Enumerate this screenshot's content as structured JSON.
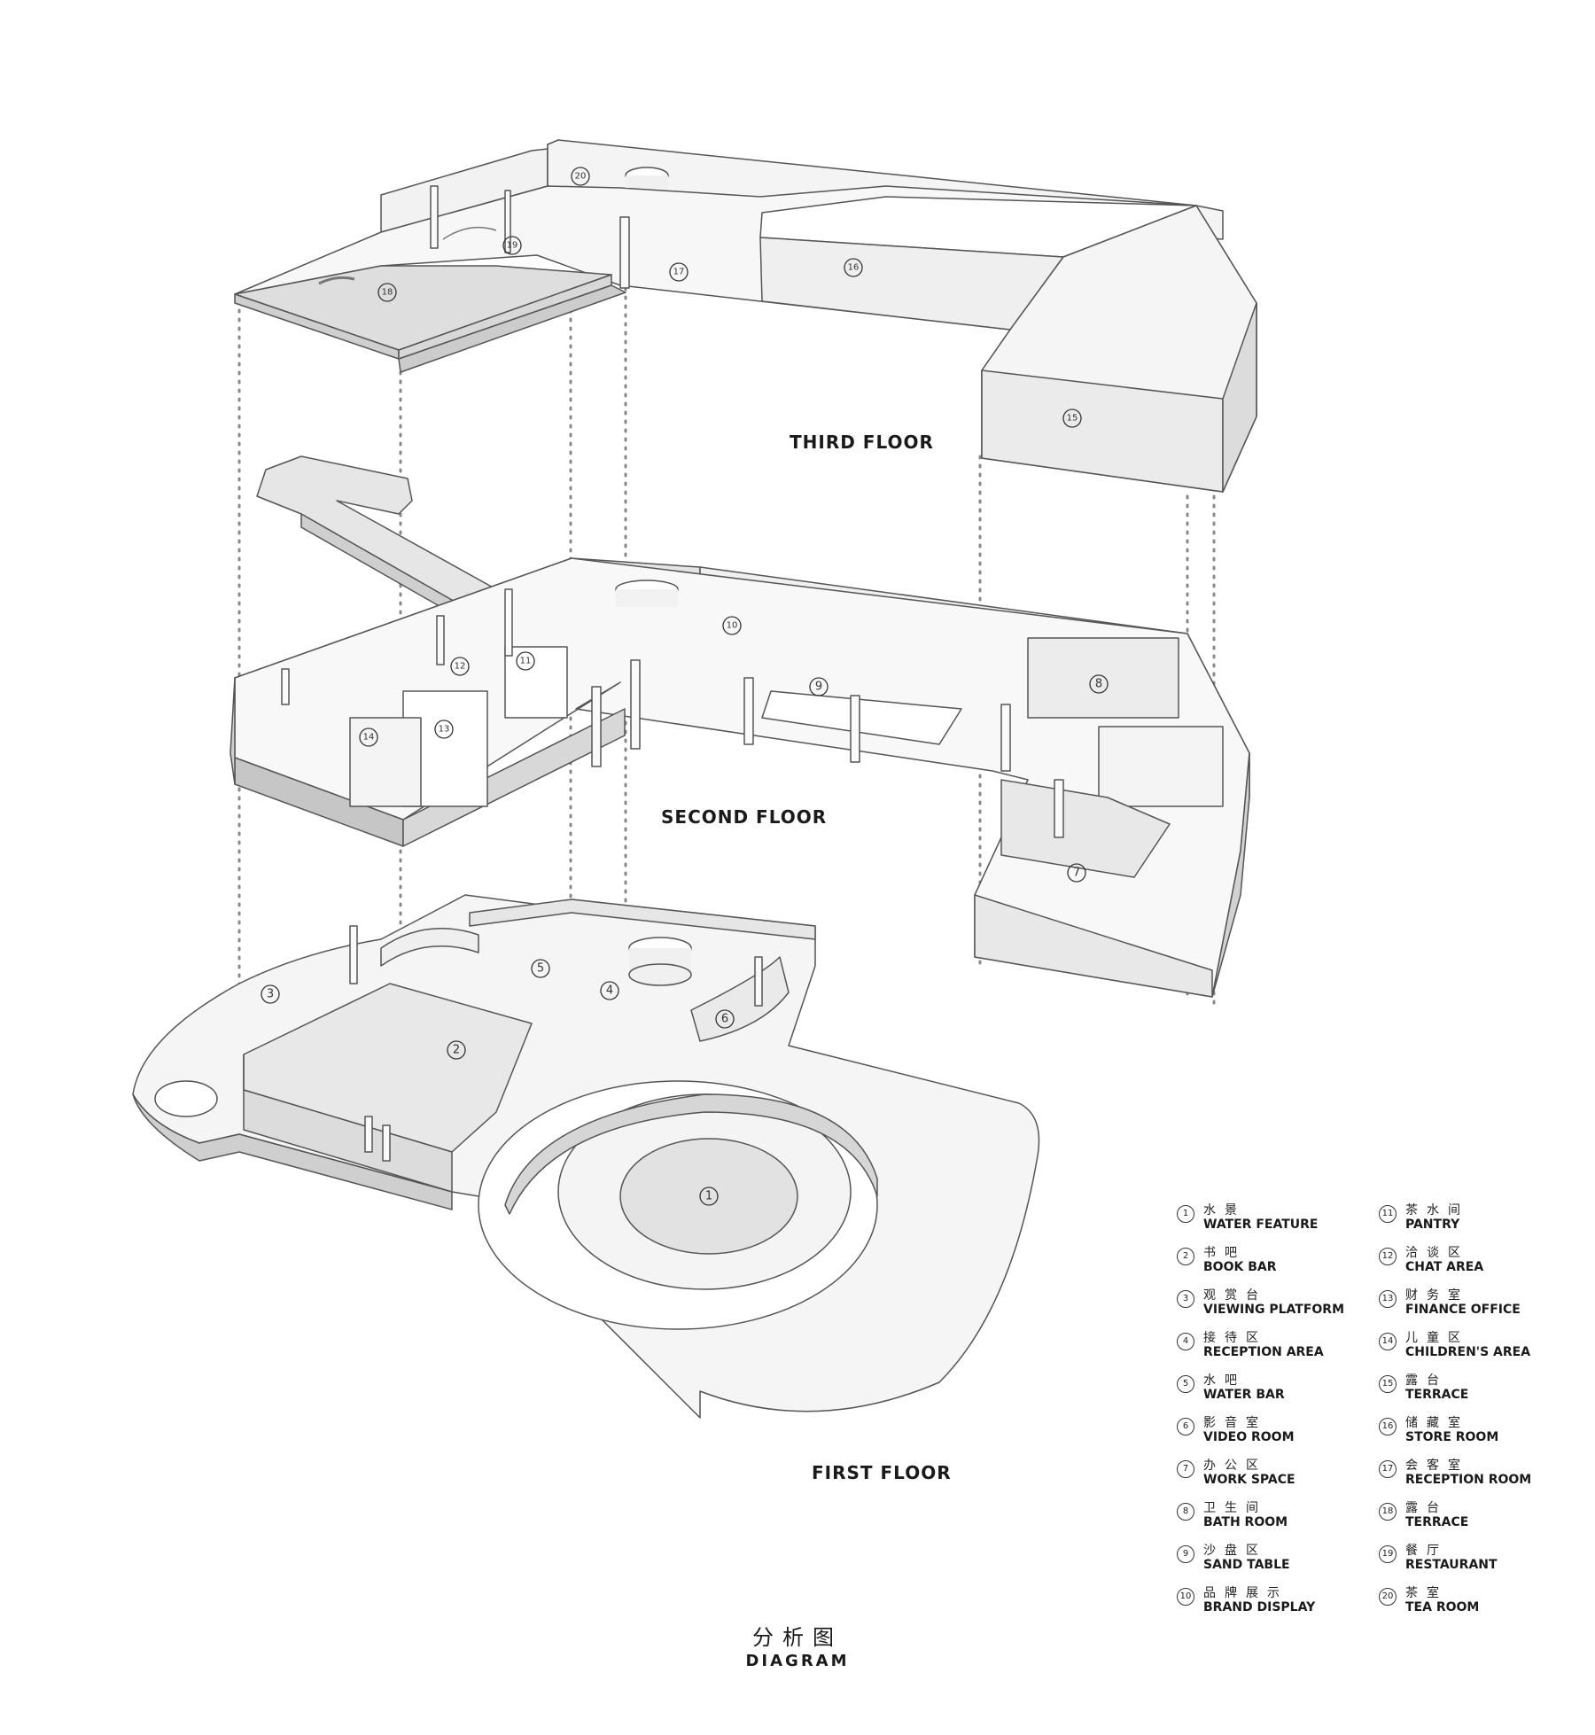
{
  "floors": {
    "third": "THIRD FLOOR",
    "second": "SECOND FLOOR",
    "first": "FIRST FLOOR"
  },
  "markers": [
    "1",
    "2",
    "3",
    "4",
    "5",
    "6",
    "7",
    "8",
    "9",
    "10",
    "11",
    "12",
    "13",
    "14",
    "15",
    "16",
    "17",
    "18",
    "19",
    "20"
  ],
  "legend": [
    {
      "num": "1",
      "zh": "水景",
      "en": "WATER FEATURE"
    },
    {
      "num": "2",
      "zh": "书吧",
      "en": "BOOK BAR"
    },
    {
      "num": "3",
      "zh": "观赏台",
      "en": "VIEWING PLATFORM"
    },
    {
      "num": "4",
      "zh": "接待区",
      "en": "RECEPTION AREA"
    },
    {
      "num": "5",
      "zh": "水吧",
      "en": "WATER BAR"
    },
    {
      "num": "6",
      "zh": "影音室",
      "en": "VIDEO ROOM"
    },
    {
      "num": "7",
      "zh": "办公区",
      "en": "WORK SPACE"
    },
    {
      "num": "8",
      "zh": "卫生间",
      "en": "BATH ROOM"
    },
    {
      "num": "9",
      "zh": "沙盘区",
      "en": "SAND TABLE"
    },
    {
      "num": "10",
      "zh": "品牌展示",
      "en": "BRAND DISPLAY"
    },
    {
      "num": "11",
      "zh": "茶水间",
      "en": "PANTRY"
    },
    {
      "num": "12",
      "zh": "洽谈区",
      "en": "CHAT AREA"
    },
    {
      "num": "13",
      "zh": "财务室",
      "en": "FINANCE OFFICE"
    },
    {
      "num": "14",
      "zh": "儿童区",
      "en": "CHILDREN'S AREA"
    },
    {
      "num": "15",
      "zh": "露台",
      "en": "TERRACE"
    },
    {
      "num": "16",
      "zh": "储藏室",
      "en": "STORE ROOM"
    },
    {
      "num": "17",
      "zh": "会客室",
      "en": "RECEPTION ROOM"
    },
    {
      "num": "18",
      "zh": "露台",
      "en": "TERRACE"
    },
    {
      "num": "19",
      "zh": "餐厅",
      "en": "RESTAURANT"
    },
    {
      "num": "20",
      "zh": "茶室",
      "en": "TEA ROOM"
    }
  ],
  "title": {
    "zh": "分析图",
    "en": "DIAGRAM"
  }
}
